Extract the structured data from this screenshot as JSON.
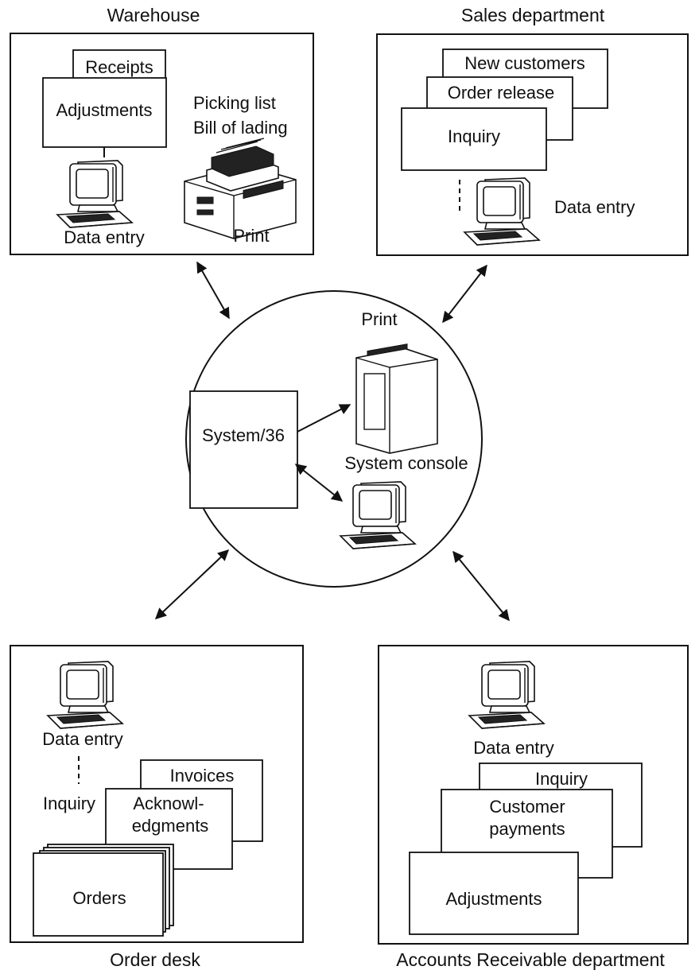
{
  "warehouse": {
    "title": "Warehouse",
    "forms": [
      "Receipts",
      "Adjustments"
    ],
    "outputs": [
      "Picking list",
      "Bill of lading"
    ],
    "terminal_label": "Data entry",
    "printer_label": "Print"
  },
  "sales": {
    "title": "Sales department",
    "forms": [
      "New customers",
      "Order release",
      "Inquiry"
    ],
    "terminal_label": "Data entry"
  },
  "center": {
    "system_label": "System/36",
    "printer_label": "Print",
    "console_label": "System console"
  },
  "order_desk": {
    "title": "Order desk",
    "terminal_label": "Data entry",
    "inquiry_label": "Inquiry",
    "forms": [
      "Invoices",
      "Acknowl-",
      "edgments",
      "Orders"
    ]
  },
  "ar": {
    "title": "Accounts Receivable department",
    "terminal_label": "Data entry",
    "forms": [
      "Inquiry",
      "Customer",
      "payments",
      "Adjustments"
    ]
  },
  "icons": [
    "terminal-icon",
    "printer-icon",
    "line-printer-icon"
  ],
  "colors": {
    "ink": "#111111",
    "paper": "#ffffff"
  }
}
